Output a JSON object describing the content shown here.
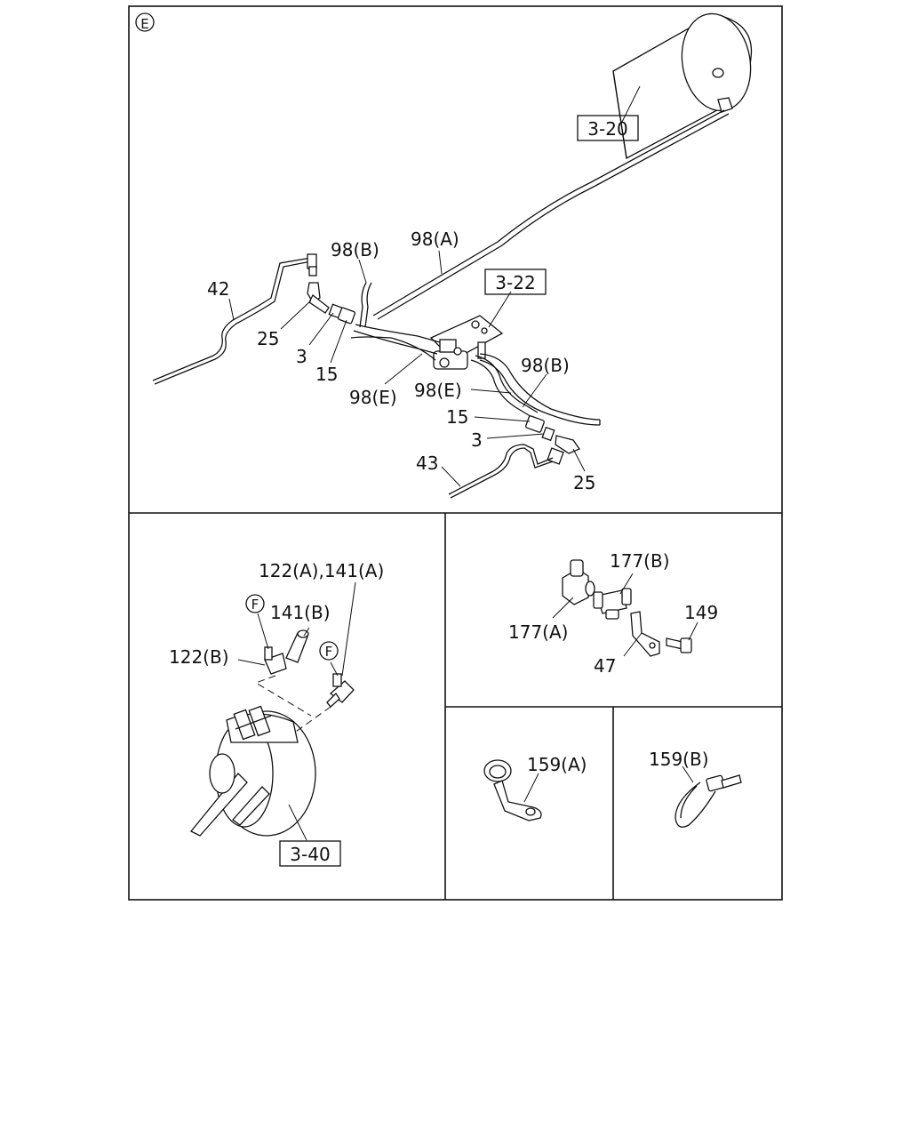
{
  "section_marker": "E",
  "refs": {
    "r320": "3-20",
    "r322": "3-22",
    "r340": "3-40"
  },
  "top_labels": {
    "l98a": "98(A)",
    "l98b_top": "98(B)",
    "l42": "42",
    "l25_left": "25",
    "l3_left": "3",
    "l15_left": "15",
    "l98e_left": "98(E)",
    "l98e_right": "98(E)",
    "l98b_right": "98(B)",
    "l15_right": "15",
    "l3_right": "3",
    "l43": "43",
    "l25_right": "25"
  },
  "lower_left_labels": {
    "l122a141a": "122(A),141(A)",
    "l141b": "141(B)",
    "l122b": "122(B)",
    "marker_f1": "F",
    "marker_f2": "F"
  },
  "mid_right_labels": {
    "l177b": "177(B)",
    "l177a": "177(A)",
    "l149": "149",
    "l47": "47"
  },
  "bottom_labels": {
    "l159a": "159(A)",
    "l159b": "159(B)"
  }
}
